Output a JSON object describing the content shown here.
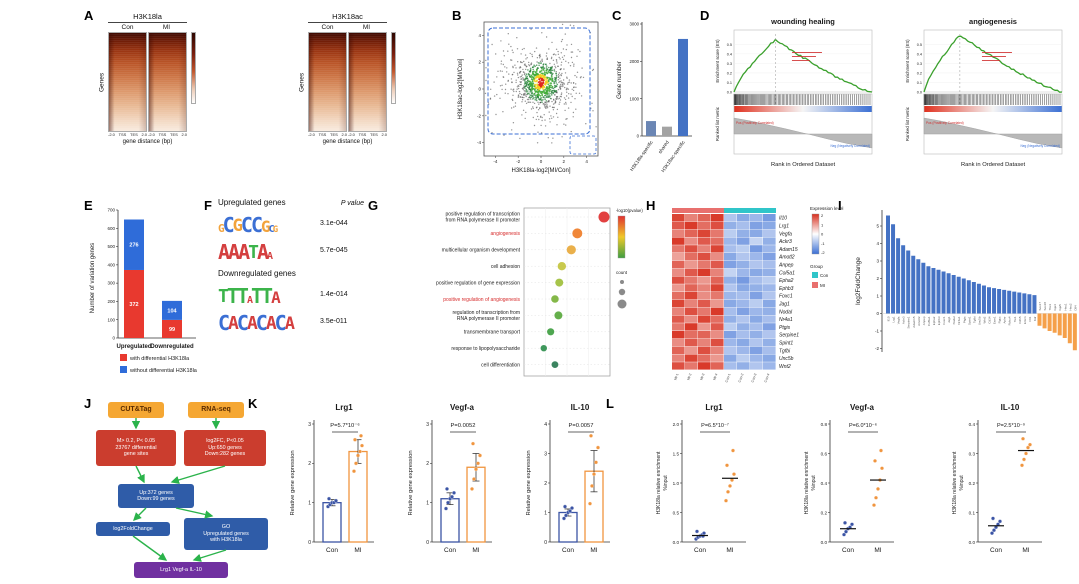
{
  "panel_labels": [
    "A",
    "B",
    "C",
    "D",
    "E",
    "F",
    "G",
    "H",
    "I",
    "J",
    "K",
    "L"
  ],
  "A": {
    "blocks": [
      {
        "title": "H3K18la",
        "columns": [
          "Con",
          "MI"
        ],
        "xticks": [
          "-2.0",
          "TSS",
          "TES",
          "2.0"
        ],
        "xlabel": "gene distance (bp)",
        "ylabel": "Genes"
      },
      {
        "title": "H3K18ac",
        "columns": [
          "Con",
          "MI"
        ],
        "xticks": [
          "-2.0",
          "TSS",
          "TES",
          "2.0"
        ],
        "xlabel": "gene distance (bp)",
        "ylabel": "Genes"
      }
    ]
  },
  "B": {
    "xlabel": "H3K18la-log2[MI/Con]",
    "ylabel": "H3K18ac-log2[MI/Con]",
    "ticks": [
      "-4",
      "-2",
      "0",
      "2",
      "4"
    ]
  },
  "C": {
    "ylabel": "Gene number",
    "yticks": [
      "0",
      "1000",
      "2000",
      "3000"
    ],
    "ymax": 3000,
    "categories": [
      "H3K18la-specific",
      "shared",
      "H3K18ac-specific"
    ],
    "values": [
      400,
      250,
      2600
    ],
    "colors": [
      "#6b86b4",
      "#a3a3a3",
      "#4472c4"
    ]
  },
  "D": {
    "es_ylabel": "Enrichment score (ES)",
    "rank_ylabel": "Ranked list metric",
    "xlabel": "Rank in Ordered Dataset",
    "pos_label": "Pos (Positively Correlated)",
    "neg_label": "Neg (Negatively Correlated)",
    "es_ticks": [
      "0.0",
      "0.1",
      "0.2",
      "0.3",
      "0.4",
      "0.5"
    ],
    "plots": [
      {
        "title": "wounding healing",
        "peak": 0.55,
        "peak_pos": 0.3
      },
      {
        "title": "angiogenesis",
        "peak": 0.6,
        "peak_pos": 0.26
      }
    ]
  },
  "E": {
    "ylabel": "Number of variation genes",
    "yticks": [
      0,
      100,
      200,
      300,
      400,
      500,
      600,
      700
    ],
    "ymax": 700,
    "categories": [
      "Upregulated",
      "Downregulated"
    ],
    "series": [
      {
        "name": "with differential H3K18la",
        "color": "#e8392f",
        "values": [
          372,
          99
        ]
      },
      {
        "name": "without differential H3K18la",
        "color": "#2f6cd9",
        "values": [
          276,
          104
        ]
      }
    ]
  },
  "F": {
    "up_header": "Upregulated genes",
    "down_header": "Downregulated genes",
    "pvalue_header": "P value",
    "letter_colors": {
      "A": "#d43f3f",
      "C": "#3b6fd4",
      "G": "#f2a33c",
      "T": "#3cb44b"
    },
    "motifs": [
      {
        "group": "up",
        "letters": [
          [
            "G",
            0.55
          ],
          [
            "C",
            1
          ],
          [
            "G",
            0.85
          ],
          [
            "C",
            1
          ],
          [
            "C",
            1
          ],
          [
            "G",
            0.8
          ],
          [
            "C",
            0.5
          ],
          [
            "G",
            0.45
          ]
        ],
        "p": "3.1e-044"
      },
      {
        "group": "up",
        "letters": [
          [
            "A",
            1
          ],
          [
            "A",
            1
          ],
          [
            "A",
            1
          ],
          [
            "T",
            0.9
          ],
          [
            "A",
            1
          ],
          [
            "A",
            0.5
          ]
        ],
        "p": "5.7e-045"
      },
      {
        "group": "down",
        "letters": [
          [
            "T",
            0.9
          ],
          [
            "T",
            1
          ],
          [
            "T",
            1
          ],
          [
            "A",
            0.5
          ],
          [
            "T",
            1
          ],
          [
            "T",
            1
          ],
          [
            "A",
            0.8
          ]
        ],
        "p": "1.4e-014"
      },
      {
        "group": "down",
        "letters": [
          [
            "C",
            1
          ],
          [
            "A",
            0.9
          ],
          [
            "C",
            1
          ],
          [
            "A",
            0.9
          ],
          [
            "C",
            1
          ],
          [
            "A",
            0.9
          ],
          [
            "C",
            1
          ],
          [
            "A",
            0.85
          ]
        ],
        "p": "3.5e-011"
      }
    ]
  },
  "G": {
    "terms": [
      {
        "lines": [
          "positive regulation of transcription",
          "from RNA polymerase II promoter"
        ],
        "red": false,
        "x": 0.93,
        "r": 5.5,
        "color": "#e03131"
      },
      {
        "lines": [
          "angiogenesis"
        ],
        "red": true,
        "x": 0.62,
        "r": 5.0,
        "color": "#ef7d28"
      },
      {
        "lines": [
          "multicellular organism development"
        ],
        "red": false,
        "x": 0.55,
        "r": 4.6,
        "color": "#e8a93c"
      },
      {
        "lines": [
          "cell adhesion"
        ],
        "red": false,
        "x": 0.44,
        "r": 4.2,
        "color": "#c3c43e"
      },
      {
        "lines": [
          "positive regulation of gene expression"
        ],
        "red": false,
        "x": 0.41,
        "r": 4.0,
        "color": "#9fbf3b"
      },
      {
        "lines": [
          "positive regulation of angiogenesis"
        ],
        "red": true,
        "x": 0.36,
        "r": 3.8,
        "color": "#7ab23a"
      },
      {
        "lines": [
          "regulation of transcription from",
          "RNA polymerase II promoter"
        ],
        "red": false,
        "x": 0.4,
        "r": 4.0,
        "color": "#58a83c"
      },
      {
        "lines": [
          "transmembrane transport"
        ],
        "red": false,
        "x": 0.31,
        "r": 3.6,
        "color": "#3f9e41"
      },
      {
        "lines": [
          "response to lipopolysaccharide"
        ],
        "red": false,
        "x": 0.23,
        "r": 3.2,
        "color": "#2f8f4e"
      },
      {
        "lines": [
          "cell differentiation"
        ],
        "red": false,
        "x": 0.36,
        "r": 3.4,
        "color": "#2a7a52"
      }
    ],
    "legend": {
      "color_title": "-log10(pvalue)",
      "count_title": "count"
    }
  },
  "H": {
    "genes": [
      "Il10",
      "Lrg1",
      "Vegfa",
      "Ackr3",
      "Adam15",
      "Amotl2",
      "Anpep",
      "Col5a1",
      "Epha2",
      "Ephb3",
      "Foxc1",
      "Jag1",
      "Nodal",
      "Nr4a1",
      "Ptgis",
      "Serpine1",
      "Spint1",
      "Tgfbi",
      "Unc5b",
      "Wnt2"
    ],
    "samples": [
      "MI-1",
      "MI-2",
      "MI-3",
      "MI-4",
      "Con-1",
      "Con-2",
      "Con-3",
      "Con-4"
    ],
    "matrix": [
      [
        1.8,
        1.2,
        1.5,
        1.9,
        -0.8,
        -1.2,
        -1.0,
        -1.4
      ],
      [
        1.6,
        1.9,
        1.4,
        1.7,
        -1.1,
        -0.9,
        -1.3,
        -1.2
      ],
      [
        1.2,
        1.5,
        1.8,
        1.3,
        -0.7,
        -1.1,
        -1.2,
        -0.8
      ],
      [
        1.9,
        1.1,
        1.6,
        1.4,
        -1.0,
        -1.3,
        -0.6,
        -1.1
      ],
      [
        1.3,
        1.7,
        1.2,
        1.8,
        -0.9,
        -0.7,
        -1.4,
        -1.0
      ],
      [
        0.9,
        1.4,
        1.7,
        1.1,
        -1.2,
        -0.8,
        -1.0,
        -1.3
      ],
      [
        1.5,
        1.0,
        1.3,
        1.6,
        -1.3,
        -1.1,
        -0.8,
        -0.9
      ],
      [
        1.1,
        1.6,
        1.9,
        1.2,
        -0.6,
        -1.0,
        -1.2,
        -1.1
      ],
      [
        1.7,
        1.3,
        1.0,
        1.5,
        -1.1,
        -1.4,
        -0.9,
        -0.7
      ],
      [
        1.0,
        1.5,
        1.2,
        1.8,
        -0.8,
        -1.2,
        -1.1,
        -1.0
      ],
      [
        1.4,
        1.8,
        1.1,
        1.3,
        -1.0,
        -0.9,
        -1.3,
        -0.8
      ],
      [
        1.8,
        1.2,
        1.6,
        1.0,
        -1.2,
        -1.0,
        -0.7,
        -1.2
      ],
      [
        1.2,
        1.7,
        1.3,
        1.9,
        -0.9,
        -1.3,
        -1.0,
        -1.1
      ],
      [
        1.6,
        1.1,
        1.8,
        1.4,
        -1.1,
        -0.8,
        -1.2,
        -0.9
      ],
      [
        1.3,
        1.9,
        1.0,
        1.6,
        -0.7,
        -1.1,
        -0.9,
        -1.3
      ],
      [
        1.9,
        1.4,
        1.5,
        1.1,
        -1.3,
        -0.9,
        -1.1,
        -0.8
      ],
      [
        1.1,
        1.6,
        1.2,
        1.7,
        -1.0,
        -1.2,
        -0.8,
        -1.1
      ],
      [
        1.5,
        1.0,
        1.7,
        1.2,
        -0.8,
        -1.0,
        -1.3,
        -0.9
      ],
      [
        1.2,
        1.8,
        1.4,
        1.0,
        -1.2,
        -0.7,
        -1.0,
        -1.2
      ],
      [
        1.7,
        1.3,
        1.9,
        1.5,
        -0.9,
        -1.1,
        -0.8,
        -1.0
      ]
    ],
    "legend": {
      "expr_title": "Expression level",
      "expr_ticks": [
        "2",
        "1",
        "0",
        "-1",
        "-2"
      ],
      "group_title": "Group",
      "groups": [
        {
          "name": "Con",
          "color": "#30c5c9"
        },
        {
          "name": "MI",
          "color": "#e8706e"
        }
      ]
    }
  },
  "I": {
    "ylabel": "log2FoldChange",
    "yticks": [
      -2,
      -1,
      0,
      1,
      2,
      3,
      4,
      5
    ],
    "pos_color": "#4472c4",
    "neg_color": "#f5a04a",
    "genes": [
      "Il10",
      "Lrg1",
      "Vegfa",
      "Ackr3",
      "Serpine1",
      "Adam15",
      "Amotl2",
      "Anpep",
      "Col5a1",
      "Epha2",
      "Ephb3",
      "Foxc1",
      "Jag1",
      "Nodal",
      "Nr4a1",
      "Ptgis",
      "Spint1",
      "Tgfbi",
      "Unc5b",
      "Wnt2",
      "Cd34",
      "Esm1",
      "Rgcc",
      "Aplnr",
      "Robo4",
      "Tie1",
      "Cdh5",
      "Emcn",
      "Flt1",
      "Kdr",
      "Sox17",
      "Sox18",
      "Tbx1",
      "Gja4",
      "Gja5",
      "Hey1",
      "Hey2",
      "Dll4"
    ],
    "values": [
      5.6,
      5.1,
      4.3,
      3.9,
      3.6,
      3.3,
      3.1,
      2.9,
      2.7,
      2.6,
      2.5,
      2.4,
      2.3,
      2.2,
      2.1,
      2.0,
      1.9,
      1.8,
      1.7,
      1.6,
      1.5,
      1.45,
      1.4,
      1.35,
      1.3,
      1.25,
      1.2,
      1.15,
      1.1,
      1.05,
      -0.7,
      -0.85,
      -1.0,
      -1.1,
      -1.25,
      -1.4,
      -1.7,
      -2.1
    ]
  },
  "J": {
    "boxes": [
      {
        "id": "cuttag",
        "text": [
          "CUT&Tag"
        ],
        "bg": "#f5a733",
        "fg": "#5b2c00"
      },
      {
        "id": "rnaseq",
        "text": [
          "RNA-seq"
        ],
        "bg": "#f5a733",
        "fg": "#5b2c00"
      },
      {
        "id": "red1",
        "text": [
          "M> 0.2, P< 0.05",
          "23767 differential",
          "gene sites"
        ],
        "bg": "#cb3d2e",
        "fg": "#ffffff"
      },
      {
        "id": "red2",
        "text": [
          "log2FC, P<0.05",
          "Up:650 genes",
          "Down:282 genes"
        ],
        "bg": "#cb3d2e",
        "fg": "#ffffff"
      },
      {
        "id": "blue1",
        "text": [
          "Up:372 genes",
          "Down:99 genes"
        ],
        "bg": "#2f5ca8",
        "fg": "#ffffff"
      },
      {
        "id": "blue2",
        "text": [
          "log2FoldChange"
        ],
        "bg": "#2f5ca8",
        "fg": "#ffffff"
      },
      {
        "id": "blue3",
        "text": [
          "GO",
          "Upregulated genes",
          "with H3K18la"
        ],
        "bg": "#2f5ca8",
        "fg": "#ffffff"
      },
      {
        "id": "purple",
        "text": [
          "Lrg1  Vegf-a  IL-10"
        ],
        "bg": "#7030a0",
        "fg": "#ffffff"
      }
    ]
  },
  "K": {
    "ylabel": "Relative gene expression",
    "xcats": [
      "Con",
      "MI"
    ],
    "group_colors": [
      "#3b54a5",
      "#f0953f"
    ],
    "charts": [
      {
        "title": "Lrg1",
        "p": "P=5.7*10⁻⁶",
        "ymax": 3,
        "yticks": [
          "0",
          "1",
          "2",
          "3"
        ],
        "con": {
          "bar": 1.0,
          "err": 0.08,
          "dots": [
            0.9,
            0.95,
            1.0,
            1.0,
            1.05,
            1.1
          ]
        },
        "mi": {
          "bar": 2.3,
          "err": 0.3,
          "dots": [
            1.8,
            2.0,
            2.2,
            2.3,
            2.45,
            2.6,
            2.7
          ]
        }
      },
      {
        "title": "Vegf-a",
        "p": "P=0.0052",
        "ymax": 3,
        "yticks": [
          "0",
          "1",
          "2",
          "3"
        ],
        "con": {
          "bar": 1.1,
          "err": 0.15,
          "dots": [
            0.85,
            1.0,
            1.1,
            1.15,
            1.25,
            1.35
          ]
        },
        "mi": {
          "bar": 1.9,
          "err": 0.35,
          "dots": [
            1.35,
            1.6,
            1.85,
            2.0,
            2.2,
            2.5
          ]
        }
      },
      {
        "title": "IL-10",
        "p": "P=0.0057",
        "ymax": 4,
        "yticks": [
          "0",
          "1",
          "2",
          "3",
          "4"
        ],
        "con": {
          "bar": 1.0,
          "err": 0.12,
          "dots": [
            0.8,
            0.9,
            1.0,
            1.05,
            1.15,
            1.2
          ]
        },
        "mi": {
          "bar": 2.4,
          "err": 0.7,
          "dots": [
            1.3,
            1.9,
            2.3,
            2.7,
            3.2,
            3.6
          ]
        }
      }
    ]
  },
  "L": {
    "ylabel_lines": [
      "H3K18la relative enrichment",
      "%input"
    ],
    "xcats": [
      "Con",
      "MI"
    ],
    "group_colors": [
      "#3b54a5",
      "#f0953f"
    ],
    "charts": [
      {
        "title": "Lrg1",
        "p": "P=6.5*10⁻⁷",
        "ymax": 2,
        "yticks": [
          "0.0",
          "0.5",
          "1.0",
          "1.5",
          "2.0"
        ],
        "con": {
          "mean": 0.11,
          "dots": [
            0.05,
            0.08,
            0.1,
            0.12,
            0.15,
            0.18,
            0.1
          ]
        },
        "mi": {
          "mean": 1.08,
          "dots": [
            0.7,
            0.85,
            0.95,
            1.05,
            1.15,
            1.3,
            1.55
          ]
        }
      },
      {
        "title": "Vegf-a",
        "p": "P=6.0*10⁻⁶",
        "ymax": 0.8,
        "yticks": [
          "0.0",
          "0.2",
          "0.4",
          "0.6",
          "0.8"
        ],
        "con": {
          "mean": 0.09,
          "dots": [
            0.05,
            0.07,
            0.09,
            0.1,
            0.12,
            0.13
          ]
        },
        "mi": {
          "mean": 0.42,
          "dots": [
            0.25,
            0.3,
            0.36,
            0.42,
            0.5,
            0.55,
            0.62
          ]
        }
      },
      {
        "title": "IL-10",
        "p": "P=2.5*10⁻⁹",
        "ymax": 0.4,
        "yticks": [
          "0.0",
          "0.1",
          "0.2",
          "0.3",
          "0.4"
        ],
        "con": {
          "mean": 0.055,
          "dots": [
            0.03,
            0.04,
            0.05,
            0.06,
            0.07,
            0.08
          ]
        },
        "mi": {
          "mean": 0.31,
          "dots": [
            0.26,
            0.28,
            0.3,
            0.32,
            0.33,
            0.35
          ]
        }
      }
    ]
  }
}
